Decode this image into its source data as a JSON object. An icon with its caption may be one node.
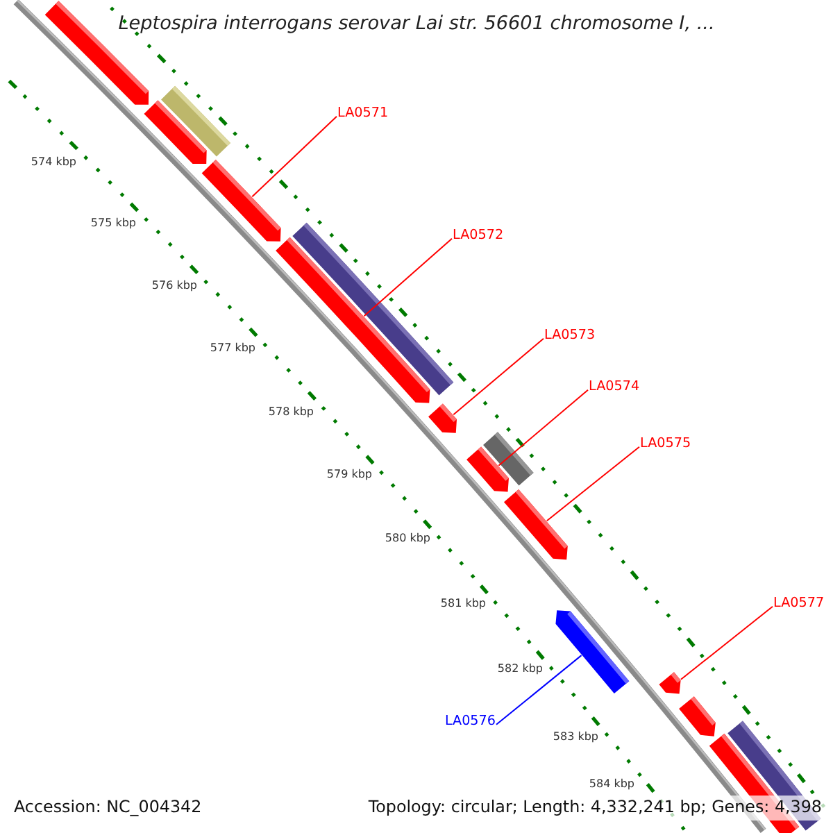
{
  "diagram": {
    "title": "Leptospira interrogans serovar Lai str. 56601 chromosome I, ...",
    "nodes": [
      {
        "text": [
          "LA0571"
        ]
      },
      {
        "text": [
          "LA0572"
        ]
      },
      {
        "text": [
          "LA0573"
        ]
      },
      {
        "text": [
          "LA0574"
        ]
      },
      {
        "text": [
          "LA0575"
        ]
      },
      {
        "text": [
          "LA0577"
        ]
      },
      {
        "text": [
          "LA0576"
        ]
      },
      {
        "text": [],
        "shape": "arrow"
      },
      {
        "text": [],
        "shape": "bar"
      },
      {
        "text": [],
        "shape": "arrow"
      },
      {
        "text": [],
        "shape": "arrow"
      },
      {
        "text": [],
        "shape": "bar"
      },
      {
        "text": [],
        "shape": "arrow"
      },
      {
        "text": [],
        "shape": "arrow"
      },
      {
        "text": [],
        "shape": "bar"
      },
      {
        "text": [],
        "shape": "arrow"
      },
      {
        "text": [],
        "shape": "arrow"
      },
      {
        "text": [],
        "shape": "arrow"
      },
      {
        "text": [],
        "shape": "arrow"
      },
      {
        "text": [],
        "shape": "arrow"
      },
      {
        "text": [],
        "shape": "bar"
      },
      {
        "text": [],
        "shape": "bar"
      }
    ],
    "edges": [
      {
        "from": 0,
        "to": 10,
        "arrow": "none"
      },
      {
        "from": 1,
        "to": 12,
        "arrow": "none"
      },
      {
        "from": 2,
        "to": 13,
        "arrow": "none"
      },
      {
        "from": 3,
        "to": 15,
        "arrow": "none"
      },
      {
        "from": 4,
        "to": 16,
        "arrow": "none"
      },
      {
        "from": 5,
        "to": 18,
        "arrow": "none"
      },
      {
        "from": 6,
        "to": 17,
        "arrow": "none",
        "color": "#0000ff"
      }
    ],
    "labels": [
      "574 kbp",
      "575 kbp",
      "576 kbp",
      "577 kbp",
      "578 kbp",
      "579 kbp",
      "580 kbp",
      "581 kbp",
      "582 kbp",
      "583 kbp",
      "584 kbp",
      "Accession: NC_004342",
      "Topology: circular; Length: 4,332,241 bp; Genes: 4,398"
    ]
  }
}
